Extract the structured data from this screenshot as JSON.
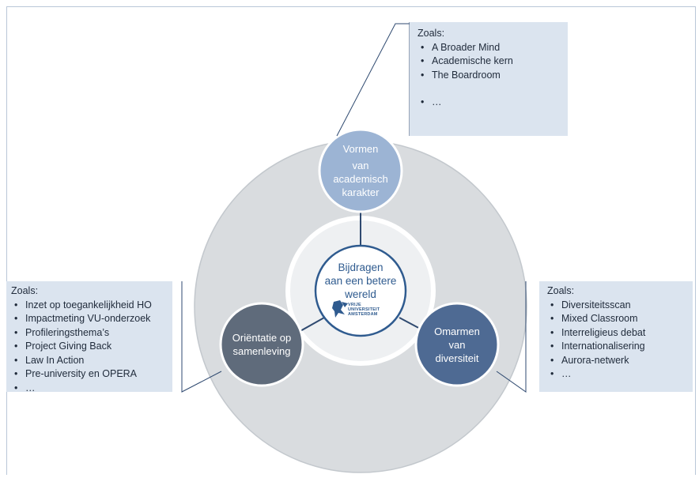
{
  "center": {
    "lines": [
      "Bijdragen",
      "aan een betere",
      "wereld"
    ],
    "logo_lines": [
      "VRIJE",
      "UNIVERSITEIT",
      "AMSTERDAM"
    ]
  },
  "nodes": {
    "top": {
      "lines": [
        "Vormen",
        "van",
        "academisch",
        "karakter"
      ]
    },
    "left": {
      "lines": [
        "Oriëntatie op",
        "samenleving"
      ]
    },
    "right": {
      "lines": [
        "Omarmen",
        "van",
        "diversiteit"
      ]
    }
  },
  "boxes": {
    "top": {
      "title": "Zoals:",
      "items": [
        "A Broader Mind",
        "Academische kern",
        "The Boardroom",
        "…"
      ]
    },
    "left": {
      "title": "Zoals:",
      "items": [
        "Inzet op toegankelijkheid HO",
        "Impactmeting VU-onderzoek",
        "Profileringsthema’s",
        "Project Giving Back",
        "Law In Action",
        "Pre-university en OPERA",
        "…"
      ]
    },
    "right": {
      "title": "Zoals:",
      "items": [
        "Diversiteitsscan",
        "Mixed Classroom",
        "Interreligieus debat",
        "Internationalisering",
        "Aurora-netwerk",
        "…"
      ]
    }
  },
  "colors": {
    "outer_ring": "#d9dcdf",
    "inner_ring": "#eef0f2",
    "node_top": "#9cb4d4",
    "node_left": "#5f6b7b",
    "node_right": "#4e6a93",
    "box_fill": "#dbe4ef",
    "brand_blue": "#2f5b8f"
  }
}
